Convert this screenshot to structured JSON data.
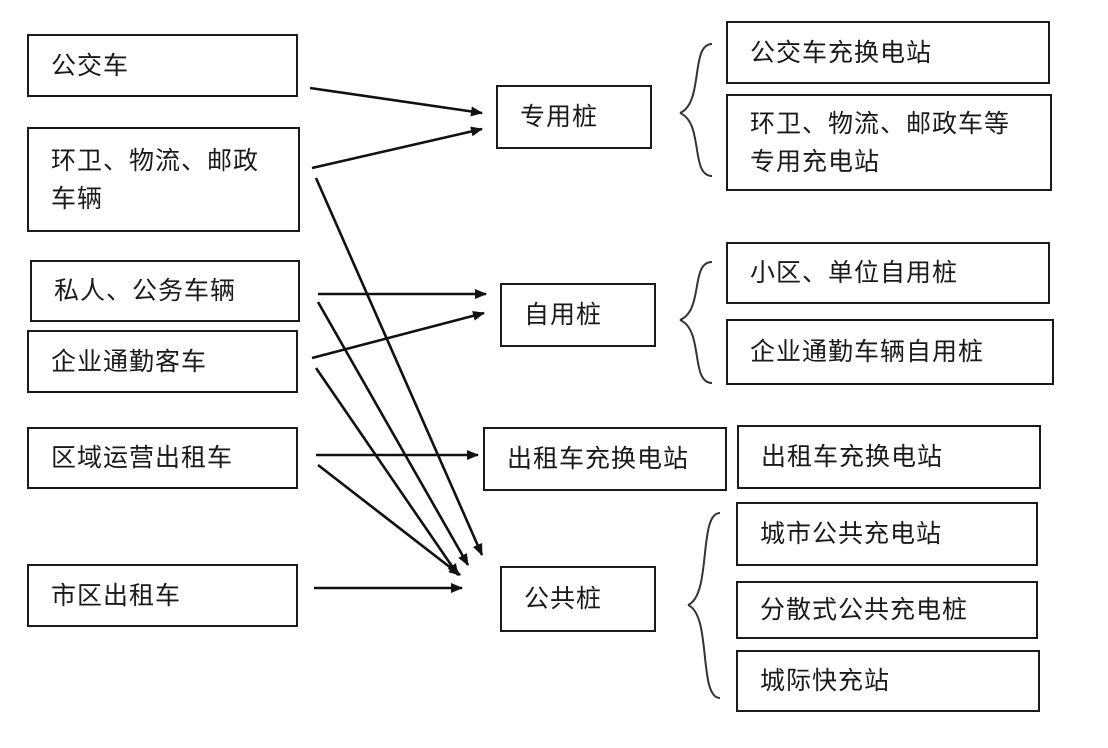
{
  "sources": [
    {
      "id": "bus",
      "lines": [
        "公交车"
      ]
    },
    {
      "id": "sanitation",
      "lines": [
        "环卫、物流、邮政",
        "车辆"
      ]
    },
    {
      "id": "private",
      "lines": [
        "私人、公务车辆"
      ]
    },
    {
      "id": "commuter",
      "lines": [
        "企业通勤客车"
      ]
    },
    {
      "id": "regional_taxi",
      "lines": [
        "区域运营出租车"
      ]
    },
    {
      "id": "city_taxi",
      "lines": [
        "市区出租车"
      ]
    }
  ],
  "categories": [
    {
      "id": "dedicated",
      "lines": [
        "专用桩"
      ]
    },
    {
      "id": "self_use",
      "lines": [
        "自用桩"
      ]
    },
    {
      "id": "taxi_swap",
      "lines": [
        "出租车充换电站"
      ]
    },
    {
      "id": "public",
      "lines": [
        "公共桩"
      ]
    }
  ],
  "details": [
    {
      "id": "bus_station",
      "group": "dedicated",
      "lines": [
        "公交车充换电站"
      ]
    },
    {
      "id": "sanitation_station",
      "group": "dedicated",
      "lines": [
        "环卫、物流、邮政车等",
        "专用充电站"
      ]
    },
    {
      "id": "community_pile",
      "group": "self_use",
      "lines": [
        "小区、单位自用桩"
      ]
    },
    {
      "id": "commuter_pile",
      "group": "self_use",
      "lines": [
        "企业通勤车辆自用桩"
      ]
    },
    {
      "id": "taxi_station",
      "group": "taxi_swap",
      "lines": [
        "出租车充换电站"
      ]
    },
    {
      "id": "city_public_station",
      "group": "public",
      "lines": [
        "城市公共充电站"
      ]
    },
    {
      "id": "distributed_pile",
      "group": "public",
      "lines": [
        "分散式公共充电桩"
      ]
    },
    {
      "id": "intercity_station",
      "group": "public",
      "lines": [
        "城际快充站"
      ]
    }
  ],
  "edges": [
    {
      "from": "bus",
      "to": "dedicated"
    },
    {
      "from": "sanitation",
      "to": "dedicated"
    },
    {
      "from": "sanitation",
      "to": "public"
    },
    {
      "from": "private",
      "to": "self_use"
    },
    {
      "from": "private",
      "to": "public"
    },
    {
      "from": "commuter",
      "to": "self_use"
    },
    {
      "from": "commuter",
      "to": "public"
    },
    {
      "from": "regional_taxi",
      "to": "taxi_swap"
    },
    {
      "from": "regional_taxi",
      "to": "public"
    },
    {
      "from": "city_taxi",
      "to": "public"
    }
  ]
}
